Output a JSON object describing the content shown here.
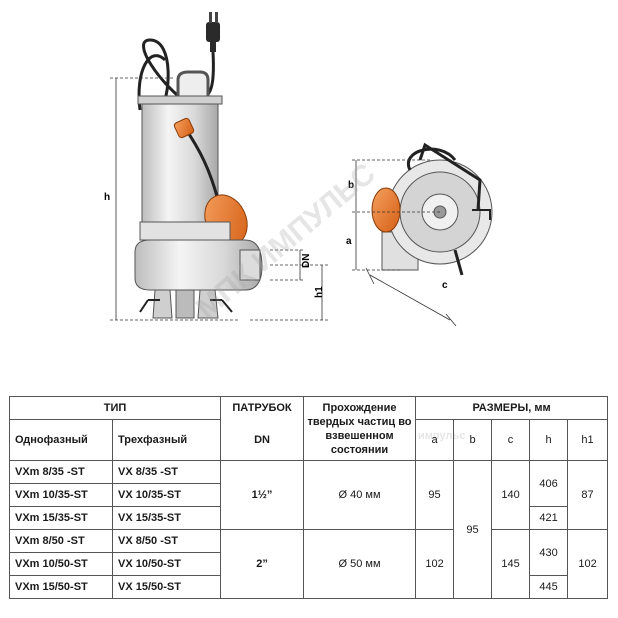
{
  "drawing": {
    "dim_labels": {
      "h": "h",
      "h1": "h1",
      "dn": "DN",
      "a": "a",
      "b": "b",
      "c": "c"
    },
    "watermark_large": "МПК ИМПУЛЬС",
    "watermark_small": "импульс",
    "colors": {
      "float": "#e8762a",
      "cable": "#222222",
      "body": "#e6e6e6",
      "line": "#333333"
    }
  },
  "table": {
    "headers": {
      "type": "ТИП",
      "outlet": "ПАТРУБОК",
      "solids": "Прохождение твердых частиц во взвешенном состоянии",
      "dims": "РАЗМЕРЫ, мм",
      "single_phase": "Однофазный",
      "three_phase": "Трехфазный",
      "dn": "DN",
      "a": "a",
      "b": "b",
      "c": "c",
      "h": "h",
      "h1": "h1"
    },
    "rows": [
      {
        "single": "VXm 8/35   -ST",
        "three": "VX 8/35   -ST"
      },
      {
        "single": "VXm 10/35-ST",
        "three": "VX 10/35-ST"
      },
      {
        "single": "VXm 15/35-ST",
        "three": "VX 15/35-ST"
      },
      {
        "single": "VXm 8/50   -ST",
        "three": "VX 8/50   -ST"
      },
      {
        "single": "VXm 10/50-ST",
        "three": "VX 10/50-ST"
      },
      {
        "single": "VXm 15/50-ST",
        "three": "VX 15/50-ST"
      }
    ],
    "group35": {
      "dn": "1½”",
      "solids": "Ø 40 мм",
      "a": "95",
      "c": "140",
      "h_a": "406",
      "h_b": "421",
      "h1": "87"
    },
    "group50": {
      "dn": "2”",
      "solids": "Ø 50 мм",
      "a": "102",
      "c": "145",
      "h_a": "430",
      "h_b": "445",
      "h1": "102"
    },
    "b_all": "95"
  }
}
